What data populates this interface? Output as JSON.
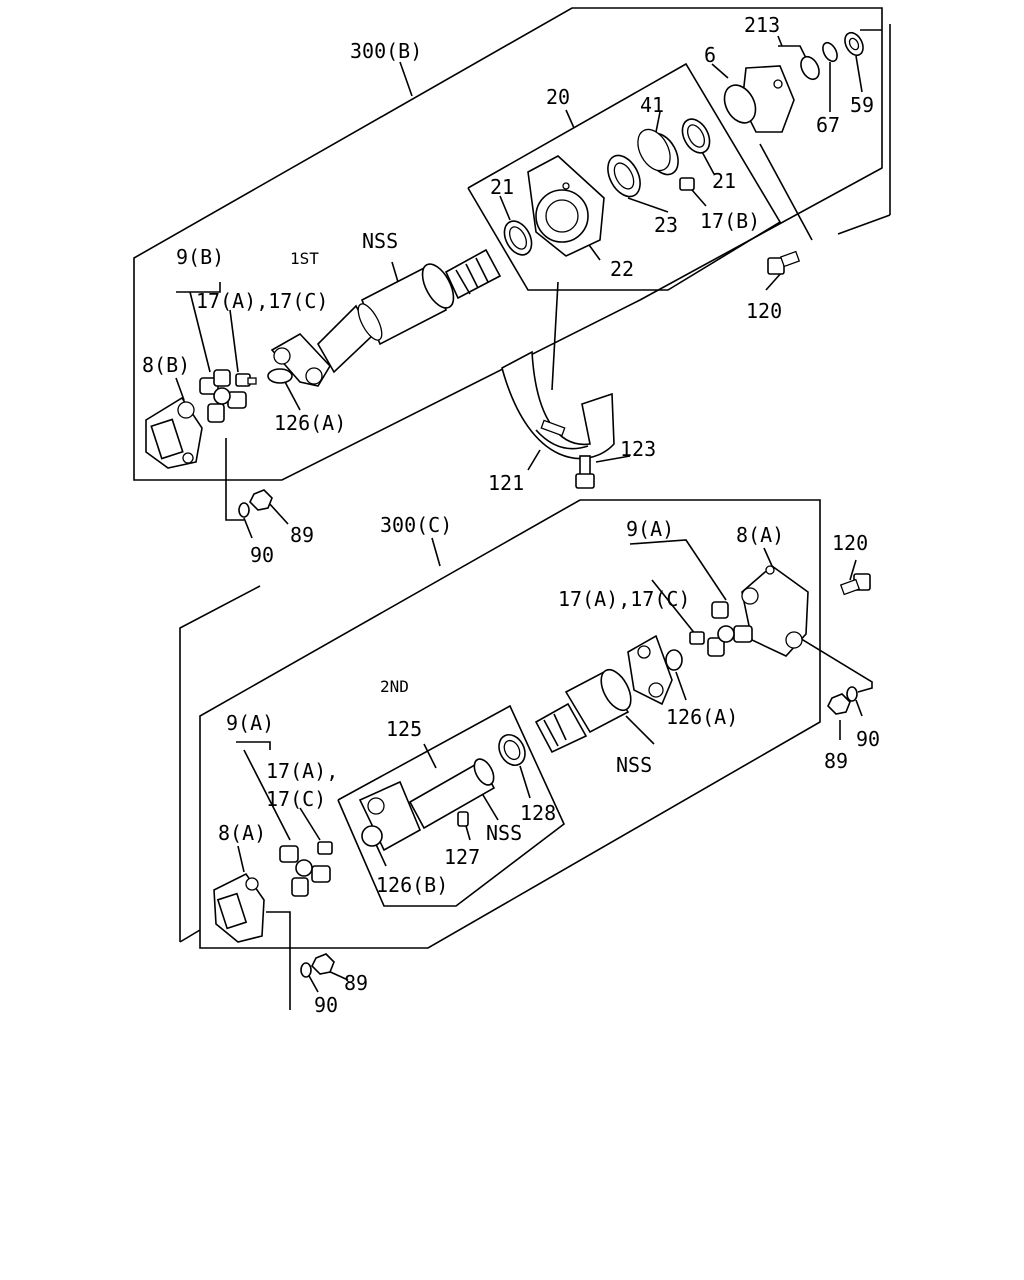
{
  "upper_assembly": {
    "assembly_label": "300(B)",
    "section_label": "1ST",
    "labels": {
      "p213": "213",
      "p6": "6",
      "p67": "67",
      "p59": "59",
      "p20": "20",
      "p41": "41",
      "p21a": "21",
      "p21b": "21",
      "p23": "23",
      "p17b": "17(B)",
      "p22": "22",
      "nss": "NSS",
      "p9b": "9(B)",
      "p17ac": "17(A),17(C)",
      "p8b": "8(B)",
      "p126a": "126(A)",
      "p120": "120",
      "p123": "123",
      "p121": "121",
      "p89": "89",
      "p90": "90"
    }
  },
  "lower_assembly": {
    "assembly_label": "300(C)",
    "section_label": "2ND",
    "labels": {
      "p9a_r": "9(A)",
      "p8a_r": "8(A)",
      "p120": "120",
      "p17ac_r": "17(A),17(C)",
      "p126a": "126(A)",
      "nss_r": "NSS",
      "p89_r": "89",
      "p90_r": "90",
      "p125": "125",
      "p128": "128",
      "nss_l": "NSS",
      "p127": "127",
      "p126b": "126(B)",
      "p9a_l": "9(A)",
      "p17a_l": "17(A),",
      "p17c_l": "17(C)",
      "p8a_l": "8(A)",
      "p89_l": "89",
      "p90_l": "90"
    }
  }
}
